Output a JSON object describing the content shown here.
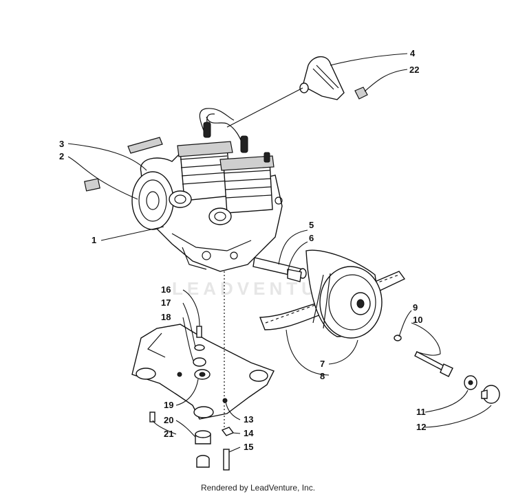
{
  "watermark": "LEADVENTURE",
  "footer": "Rendered by LeadVenture, Inc.",
  "callouts": {
    "c1": "1",
    "c2": "2",
    "c3": "3",
    "c4": "4",
    "c5": "5",
    "c6": "6",
    "c7": "7",
    "c8": "8",
    "c9": "9",
    "c10": "10",
    "c11": "11",
    "c12": "12",
    "c13": "13",
    "c14": "14",
    "c15": "15",
    "c16": "16",
    "c17": "17",
    "c18": "18",
    "c19": "19",
    "c20": "20",
    "c21": "21",
    "c22": "22"
  }
}
